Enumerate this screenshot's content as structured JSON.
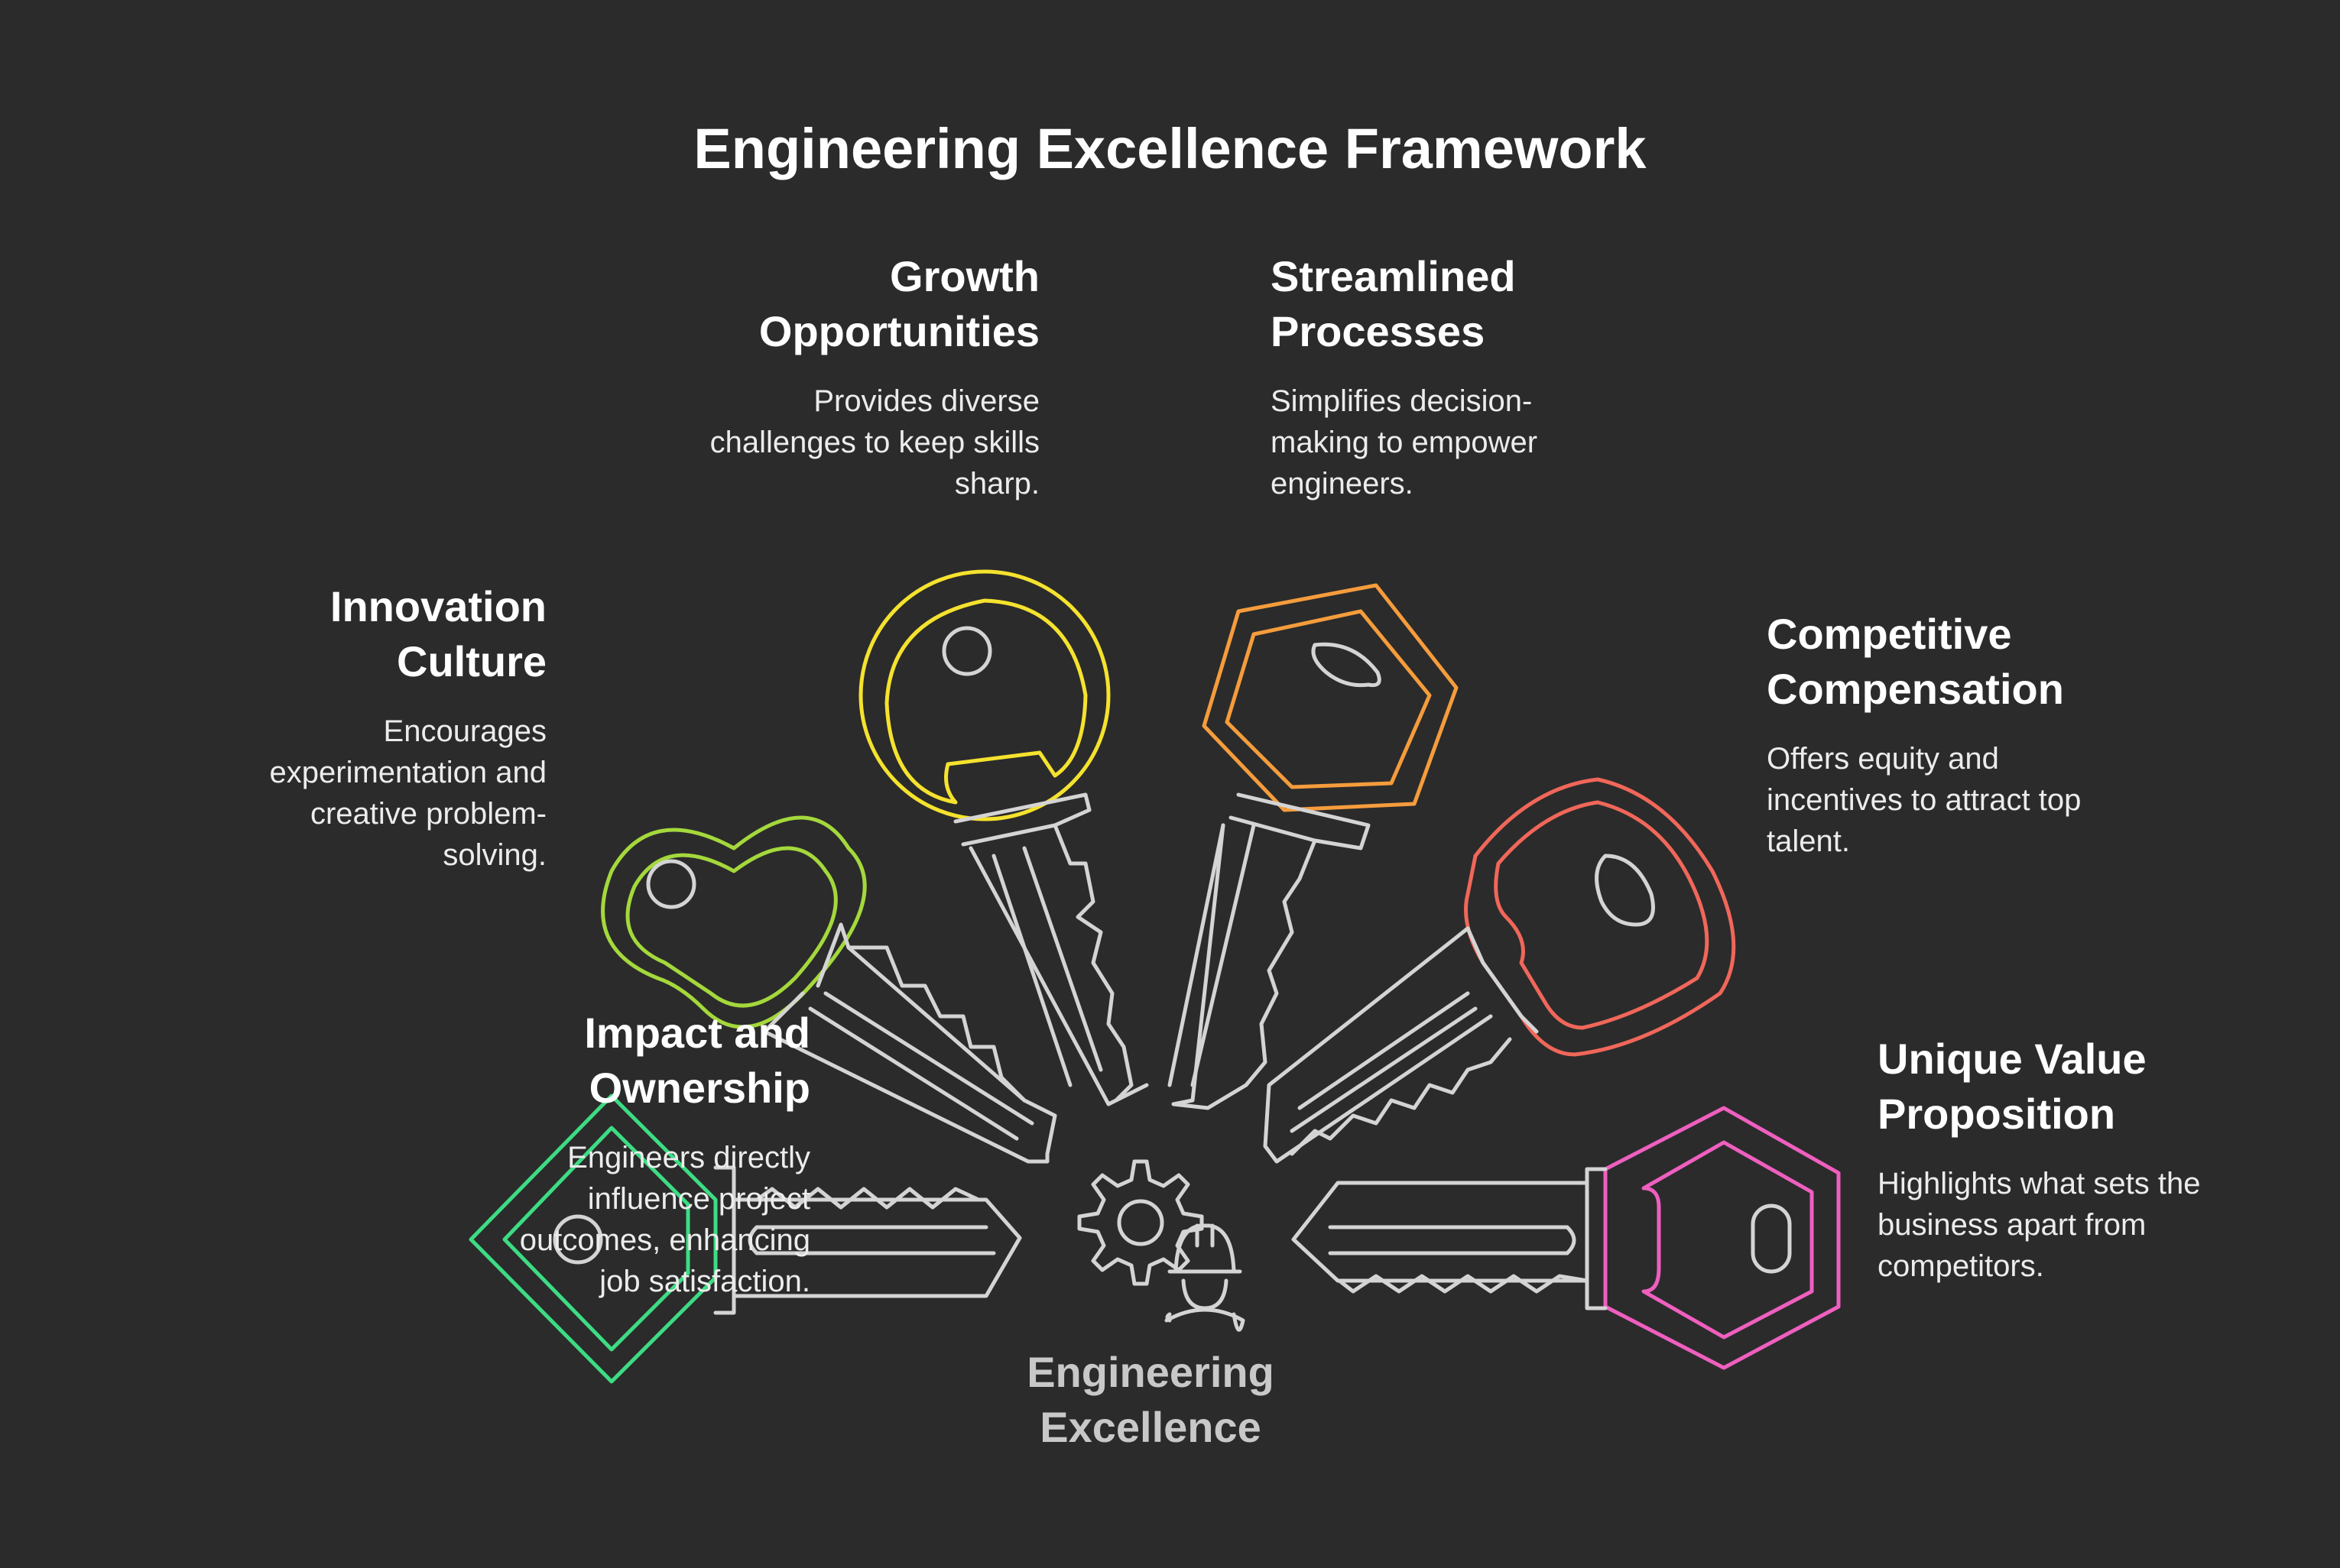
{
  "title": "Engineering Excellence Framework",
  "center": {
    "label": "Engineering\nExcellence",
    "icons": [
      "gear-icon",
      "engineer-icon"
    ]
  },
  "nodes": [
    {
      "id": "impact",
      "title": "Impact and\nOwnership",
      "description": "Engineers directly\ninfluence project\noutcomes, enhancing\njob satisfaction.",
      "color": "#3ddc84"
    },
    {
      "id": "innovation",
      "title": "Innovation\nCulture",
      "description": "Encourages\nexperimentation and\ncreative problem-\nsolving.",
      "color": "#a4d83c"
    },
    {
      "id": "growth",
      "title": "Growth\nOpportunities",
      "description": "Provides diverse\nchallenges to keep skills\nsharp.",
      "color": "#f5e22e"
    },
    {
      "id": "streamlined",
      "title": "Streamlined\nProcesses",
      "description": "Simplifies decision-\nmaking to empower\nengineers.",
      "color": "#f59c3c"
    },
    {
      "id": "compensation",
      "title": "Competitive\nCompensation",
      "description": "Offers equity and\nincentives to attract top\ntalent.",
      "color": "#f0675a"
    },
    {
      "id": "value",
      "title": "Unique Value\nProposition",
      "description": "Highlights what sets the\nbusiness apart from\ncompetitors.",
      "color": "#ef5fbf"
    }
  ],
  "colors": {
    "background": "#2b2b2b",
    "key_shaft": "#d4d4d4",
    "center_label": "#c8c8c8"
  }
}
